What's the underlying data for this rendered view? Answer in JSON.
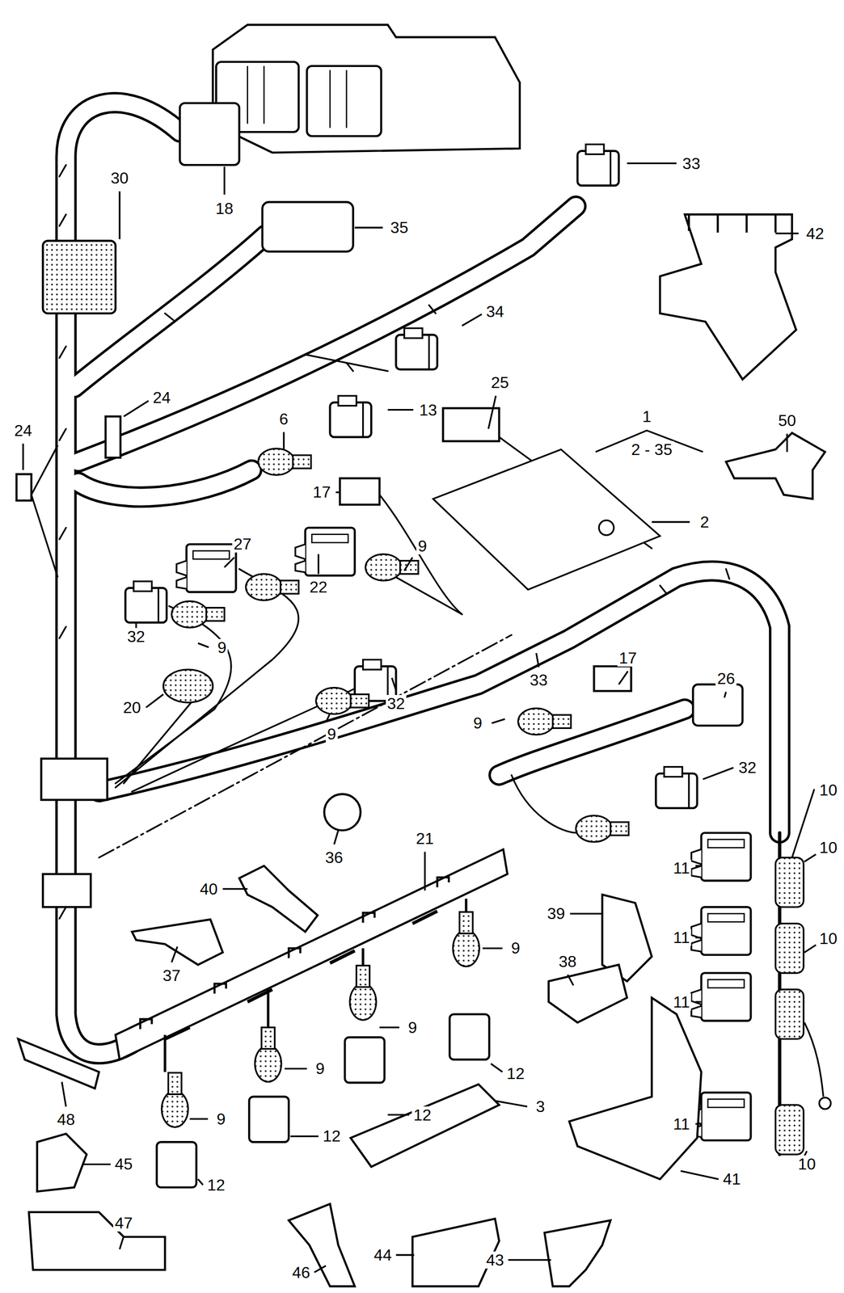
{
  "diagram": {
    "labels": [
      "33",
      "18",
      "30",
      "35",
      "42",
      "34",
      "24",
      "13",
      "25",
      "1",
      "2 - 35",
      "50",
      "24",
      "6",
      "17",
      "2",
      "27",
      "22",
      "9",
      "32",
      "9",
      "17",
      "26",
      "33",
      "20",
      "32",
      "9",
      "9",
      "32",
      "10",
      "36",
      "21",
      "40",
      "11",
      "10",
      "39",
      "9",
      "37",
      "11",
      "10",
      "38",
      "9",
      "11",
      "9",
      "12",
      "48",
      "9",
      "12",
      "3",
      "11",
      "12",
      "45",
      "10",
      "41",
      "12",
      "47",
      "46",
      "44",
      "43"
    ]
  }
}
